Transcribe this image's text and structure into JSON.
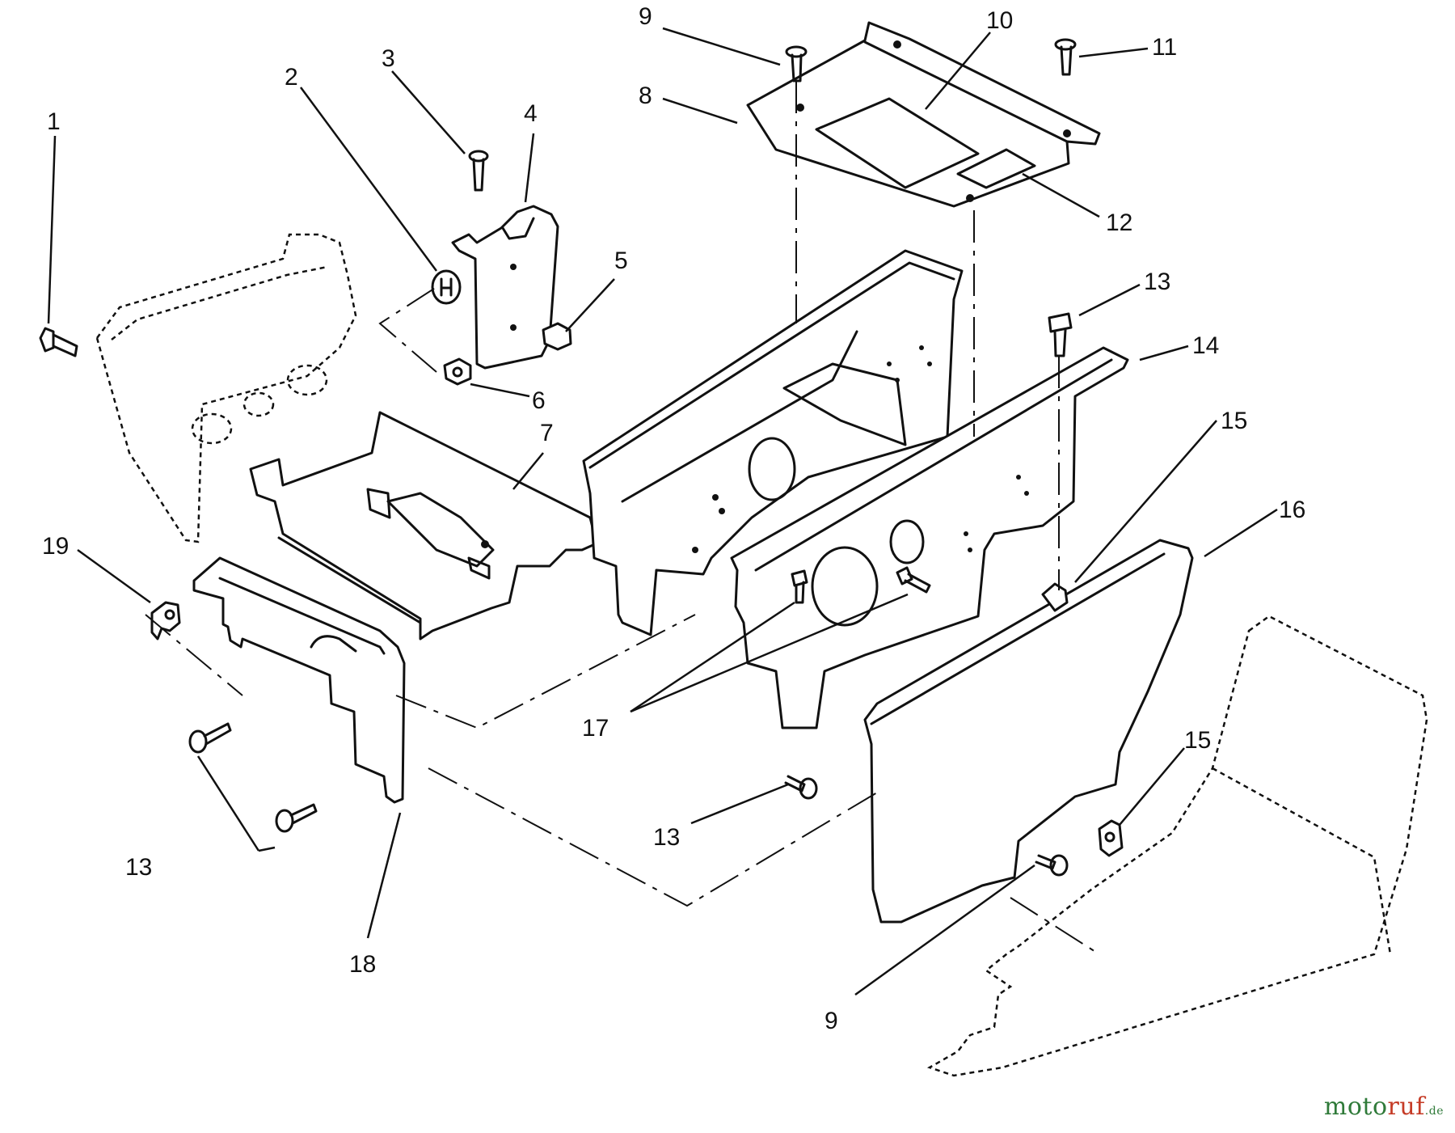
{
  "diagram": {
    "callouts": [
      {
        "id": "c1",
        "label": "1"
      },
      {
        "id": "c2",
        "label": "2"
      },
      {
        "id": "c3",
        "label": "3"
      },
      {
        "id": "c4",
        "label": "4"
      },
      {
        "id": "c5",
        "label": "5"
      },
      {
        "id": "c6",
        "label": "6"
      },
      {
        "id": "c7",
        "label": "7"
      },
      {
        "id": "c8",
        "label": "8"
      },
      {
        "id": "c9a",
        "label": "9"
      },
      {
        "id": "c10",
        "label": "10"
      },
      {
        "id": "c11",
        "label": "11"
      },
      {
        "id": "c12",
        "label": "12"
      },
      {
        "id": "c13a",
        "label": "13"
      },
      {
        "id": "c14",
        "label": "14"
      },
      {
        "id": "c15a",
        "label": "15"
      },
      {
        "id": "c16",
        "label": "16"
      },
      {
        "id": "c17",
        "label": "17"
      },
      {
        "id": "c19",
        "label": "19"
      },
      {
        "id": "c13b",
        "label": "13"
      },
      {
        "id": "c13c",
        "label": "13"
      },
      {
        "id": "c18",
        "label": "18"
      },
      {
        "id": "c15b",
        "label": "15"
      },
      {
        "id": "c9b",
        "label": "9"
      }
    ]
  },
  "watermark": {
    "part_a": "moto",
    "part_b": "ruf",
    "part_c": ".de"
  },
  "colors": {
    "ink": "#111111",
    "background": "#ffffff",
    "watermark_green": "#2f7a39",
    "watermark_red": "#c53b26"
  }
}
